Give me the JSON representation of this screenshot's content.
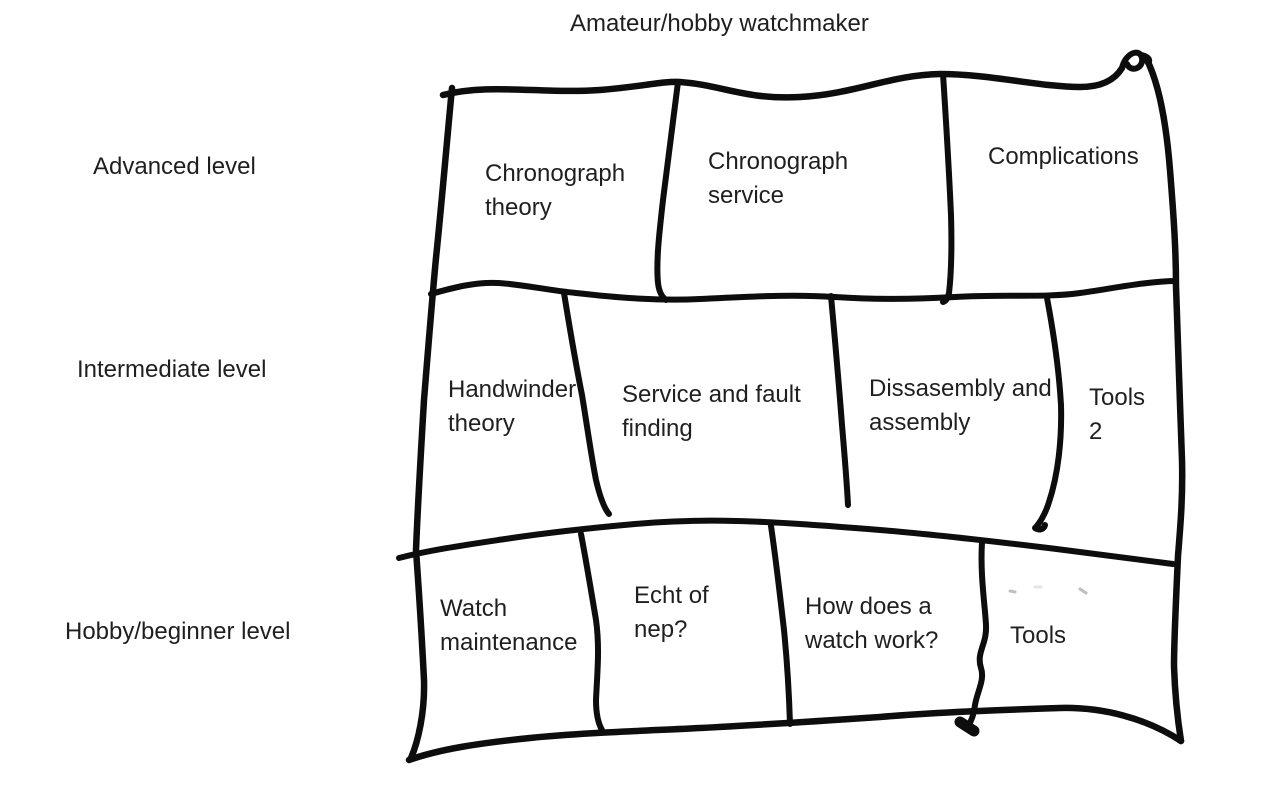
{
  "title": "Amateur/hobby watchmaker",
  "colors": {
    "ink": "#0d0d0d",
    "text": "#1f1f1f",
    "background": "#ffffff"
  },
  "grid": {
    "rows": [
      {
        "level": "Advanced level",
        "cells": [
          {
            "label": "Chronograph\ntheory"
          },
          {
            "label": "Chronograph\nservice"
          },
          {
            "label": "Complications"
          }
        ]
      },
      {
        "level": "Intermediate level",
        "cells": [
          {
            "label": "Handwinder\ntheory"
          },
          {
            "label": "Service and fault\nfinding"
          },
          {
            "label": "Dissasembly and\nassembly"
          },
          {
            "label": "Tools\n2"
          }
        ]
      },
      {
        "level": "Hobby/beginner level",
        "cells": [
          {
            "label": "Watch\nmaintenance"
          },
          {
            "label": "Echt of\nnep?"
          },
          {
            "label": "How does a\nwatch work?"
          },
          {
            "label": "Tools"
          }
        ]
      }
    ]
  }
}
